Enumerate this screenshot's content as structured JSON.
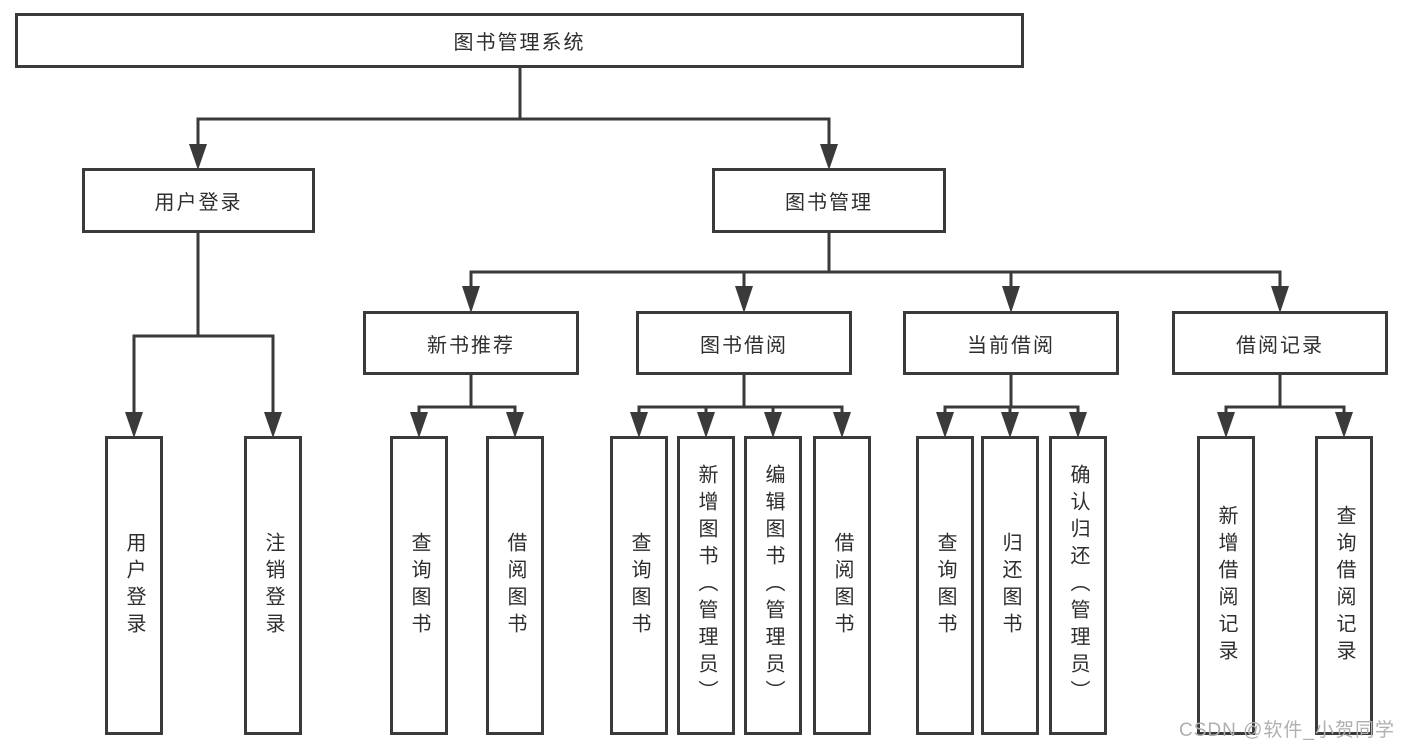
{
  "tree": {
    "root": {
      "label": "图书管理系统"
    },
    "branches": [
      {
        "label": "用户登录",
        "children": [
          {
            "label": "用户登录"
          },
          {
            "label": "注销登录"
          }
        ]
      },
      {
        "label": "图书管理",
        "children": [
          {
            "label": "新书推荐",
            "children": [
              {
                "label": "查询图书"
              },
              {
                "label": "借阅图书"
              }
            ]
          },
          {
            "label": "图书借阅",
            "children": [
              {
                "label": "查询图书"
              },
              {
                "label": "新增图书（管理员）"
              },
              {
                "label": "编辑图书（管理员）"
              },
              {
                "label": "借阅图书"
              }
            ]
          },
          {
            "label": "当前借阅",
            "children": [
              {
                "label": "查询图书"
              },
              {
                "label": "归还图书"
              },
              {
                "label": "确认归还（管理员）"
              }
            ]
          },
          {
            "label": "借阅记录",
            "children": [
              {
                "label": "新增借阅记录"
              },
              {
                "label": "查询借阅记录"
              }
            ]
          }
        ]
      }
    ]
  },
  "watermark": {
    "text": "CSDN @软件_小贺同学"
  },
  "colors": {
    "line": "#3a3a3a",
    "box_border": "#3a3a3a",
    "text": "#2e2e2e",
    "watermark": "#b0b0b0",
    "background": "#ffffff"
  }
}
